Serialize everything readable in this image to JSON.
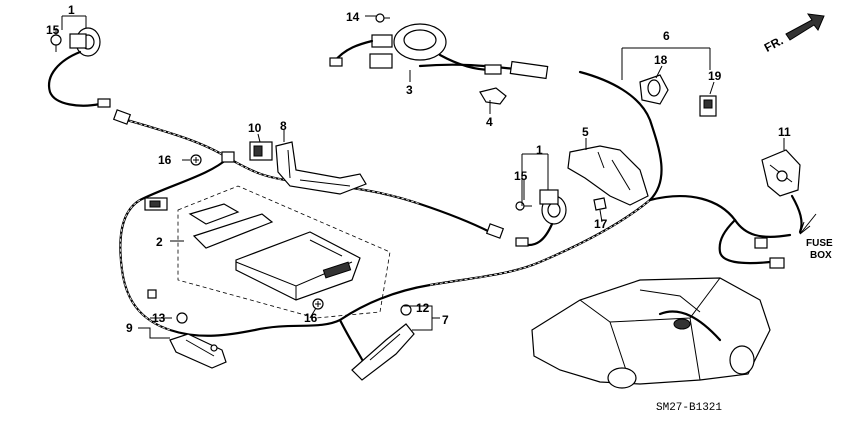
{
  "labels": {
    "p1a": "1",
    "p15a": "15",
    "p14": "14",
    "p3": "3",
    "p6": "6",
    "p18": "18",
    "p19": "19",
    "p4": "4",
    "p10": "10",
    "p8": "8",
    "p16a": "16",
    "p5": "5",
    "p1b": "1",
    "p15b": "15",
    "p17": "17",
    "p11": "11",
    "p2": "2",
    "p9": "9",
    "p13": "13",
    "p16b": "16",
    "p12": "12",
    "p7": "7"
  },
  "front_arrow": "FR.",
  "fuse_box": [
    "FUSE",
    "BOX"
  ],
  "diagram_code": "SM27-B1321"
}
